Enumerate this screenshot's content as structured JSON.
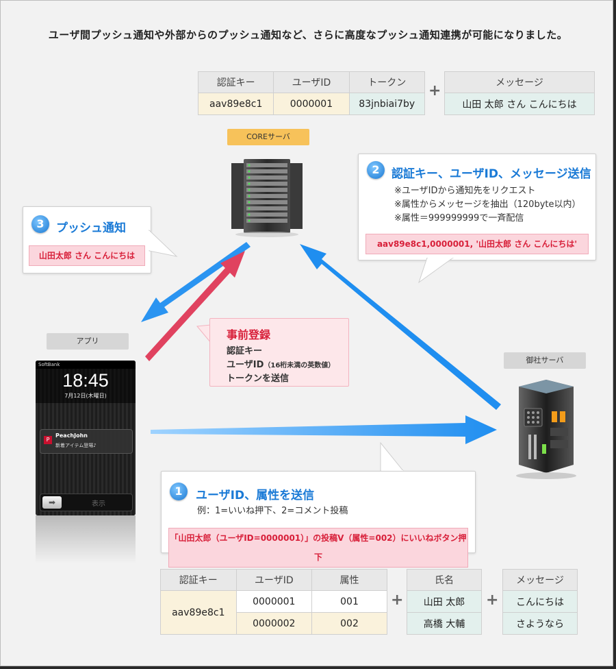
{
  "headline": "ユーザ間プッシュ通知や外部からのプッシュ通知など、さらに高度なプッシュ通知連携が可能になりました。",
  "top_table": {
    "headers": [
      "認証キー",
      "ユーザID",
      "トークン"
    ],
    "row": [
      "aav89e8c1",
      "0000001",
      "83jnbiai7by"
    ]
  },
  "top_message": {
    "header": "メッセージ",
    "value": "山田 太郎 さん こんにちは"
  },
  "plus": "+",
  "core_server_label": "COREサーバ",
  "app_label": "アプリ",
  "company_server_label": "御社サーバ",
  "step2": {
    "num": "2",
    "title": "認証キー、ユーザID、メッセージ送信",
    "notes": [
      "※ユーザIDから通知先をリクエスト",
      "※属性からメッセージを抽出（120byte以内）",
      "※属性＝999999999で一斉配信"
    ],
    "payload": "aav89e8c1,0000001, '山田太郎 さん こんにちは'"
  },
  "step3": {
    "num": "3",
    "title": "プッシュ通知",
    "payload": "山田太郎 さん こんにちは"
  },
  "prereg": {
    "title": "事前登録",
    "line1": "認証キー",
    "line2a": "ユーザID",
    "line2b": "（16桁未満の英数値）",
    "line3": "トークンを送信"
  },
  "step1": {
    "num": "1",
    "title": "ユーザID、属性を送信",
    "example": "例：1=いいね押下、2=コメント投稿",
    "payload": "「山田太郎（ユーザID=0000001）」の投稿V（属性=002）にいいねボタン押下"
  },
  "phone": {
    "carrier": "SoftBank",
    "time": "18:45",
    "date": "7月12日(木曜日)",
    "notif_app": "PeachJohn",
    "notif_text": "新着アイテム登場♪",
    "unlock_label": "表示"
  },
  "bottom_table": {
    "headers": [
      "認証キー",
      "ユーザID",
      "属性"
    ],
    "auth_key": "aav89e8c1",
    "rows": [
      [
        "0000001",
        "001"
      ],
      [
        "0000002",
        "002"
      ]
    ]
  },
  "name_table": {
    "header": "氏名",
    "values": [
      "山田 太郎",
      "高橋 大輔"
    ]
  },
  "msg_table": {
    "header": "メッセージ",
    "values": [
      "こんにちは",
      "さようなら"
    ]
  },
  "colors": {
    "blue_arrow": "#1f8ef0",
    "pink_arrow": "#e0425f",
    "title_blue": "#1a7ad6",
    "payload_red": "#d8203a"
  }
}
